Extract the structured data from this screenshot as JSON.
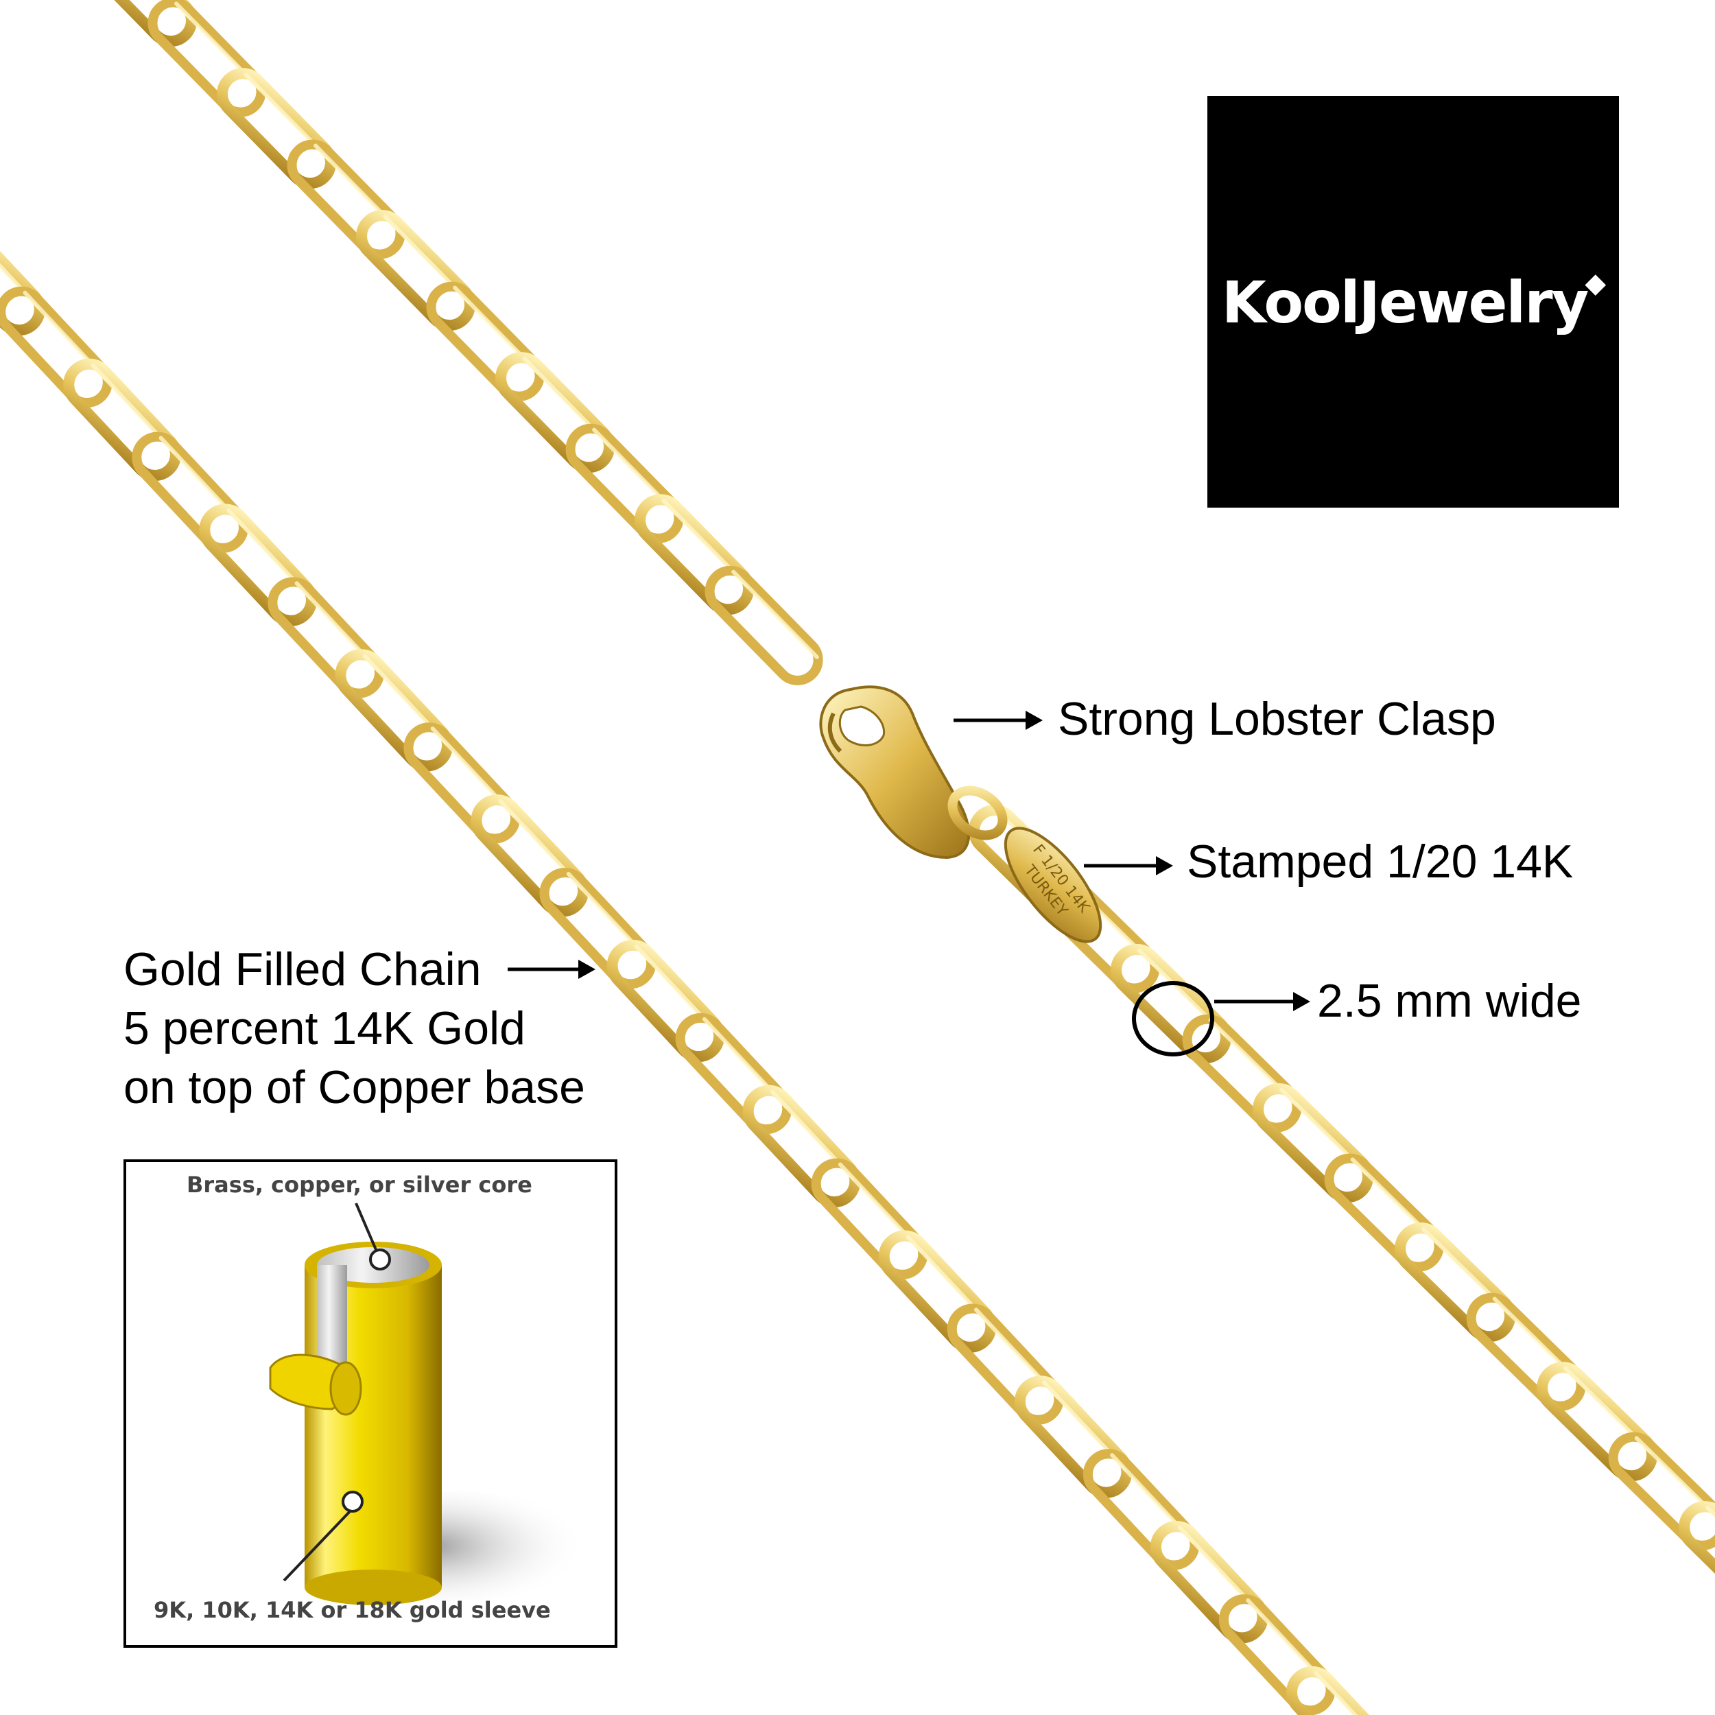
{
  "brand": {
    "logo_text": "KoolJewelry",
    "logo_icon": "diamond-icon",
    "background": "#000000"
  },
  "callouts": {
    "clasp": "Strong Lobster Clasp",
    "stamp": "Stamped 1/20 14K",
    "width": "2.5 mm wide",
    "chain_line1": "Gold Filled Chain",
    "chain_line2": "5 percent 14K Gold",
    "chain_line3": "on top of Copper base"
  },
  "diagram": {
    "core_label": "Brass, copper, or silver core",
    "sleeve_label": "9K, 10K, 14K or 18K gold sleeve"
  },
  "tag_engraving": {
    "line1": "F 1/20 14K",
    "line2": "TURKEY"
  },
  "colors": {
    "gold": "#e6c35a",
    "gold_highlight": "#fff3b8",
    "gold_shadow": "#a87f1e",
    "text": "#000000"
  }
}
